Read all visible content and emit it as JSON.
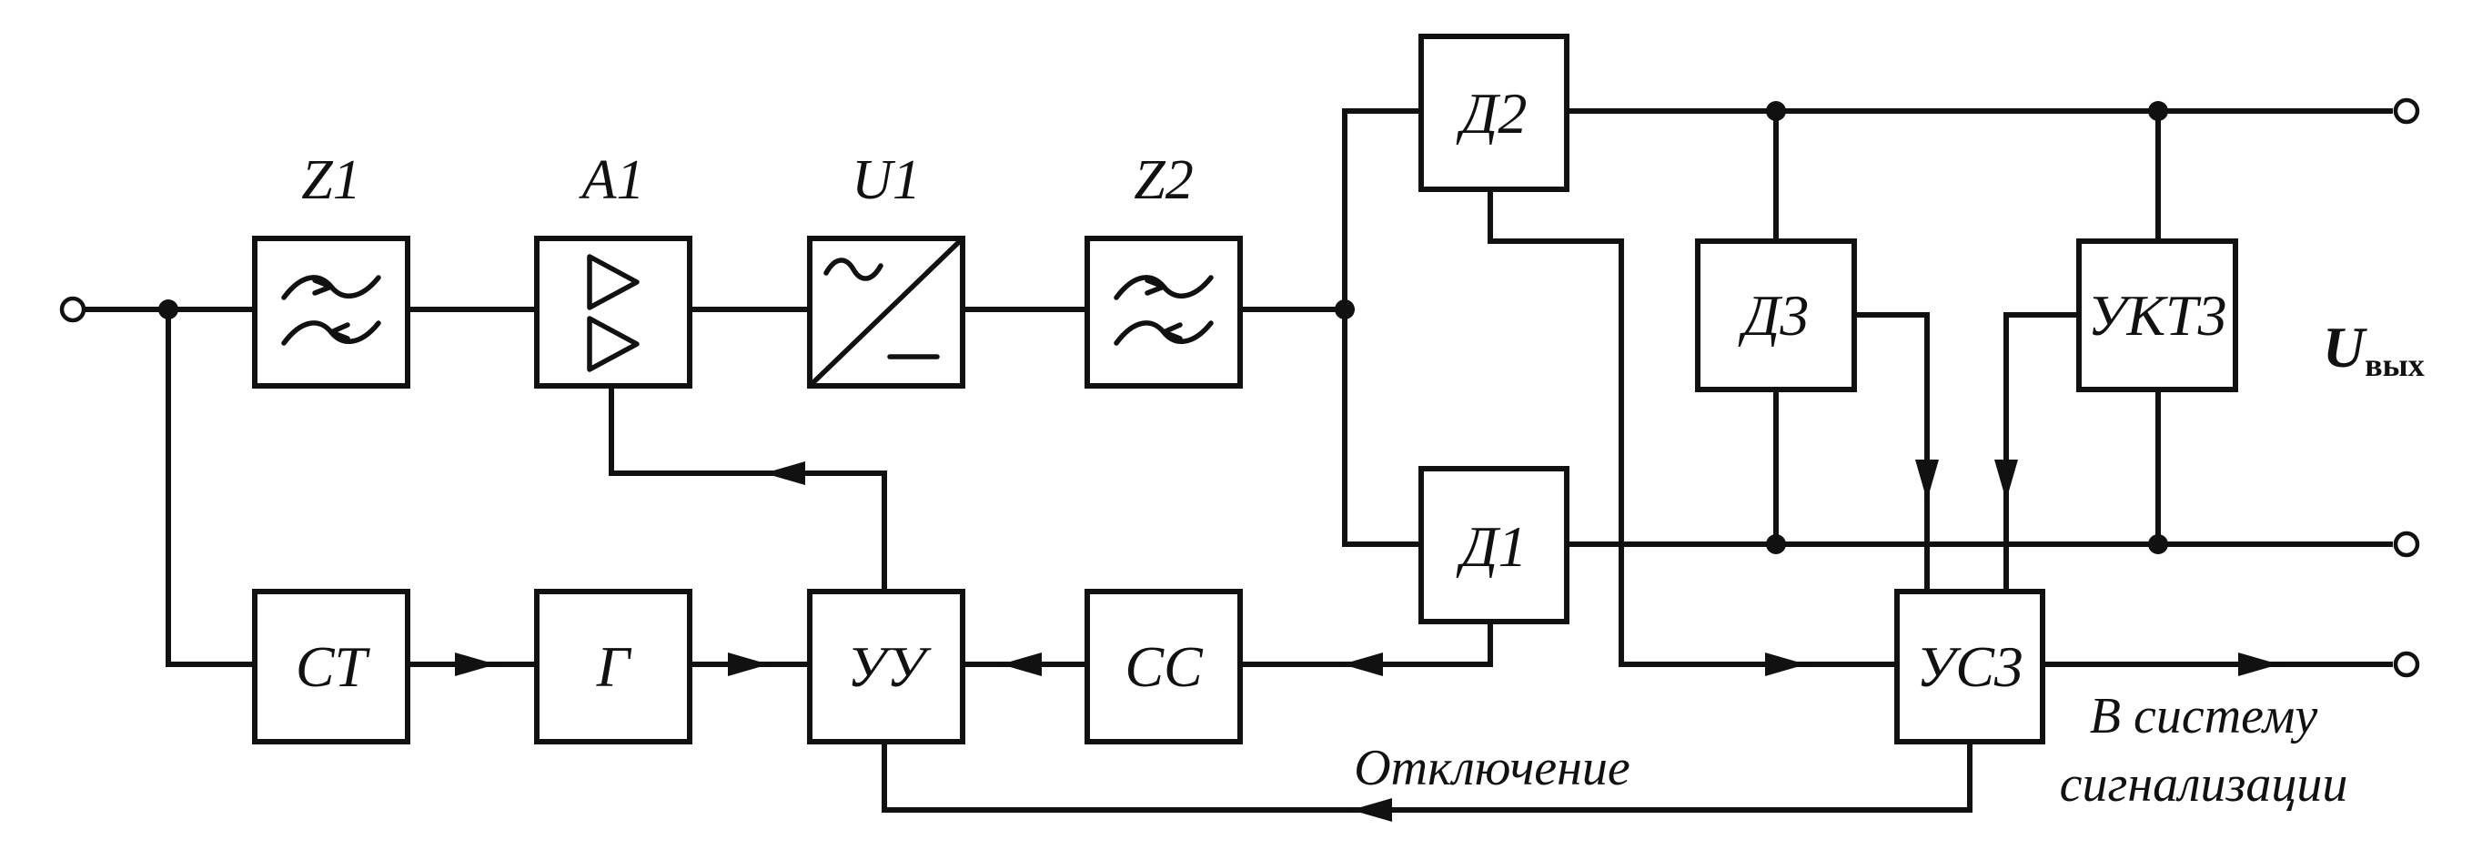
{
  "blocks": {
    "z1": "Z1",
    "a1": "A1",
    "u1": "U1",
    "z2": "Z2",
    "d2": "Д2",
    "d3": "Д3",
    "ukt3": "УКТ3",
    "d1": "Д1",
    "ct": "СТ",
    "g": "Г",
    "uu": "УУ",
    "cc": "СС",
    "usz": "УС3"
  },
  "captions": {
    "shutdown": "Отключение",
    "to_alarm_line1": "В систему",
    "to_alarm_line2": "сигнализации"
  },
  "output": {
    "u_main": "U",
    "u_sub": "вых"
  }
}
